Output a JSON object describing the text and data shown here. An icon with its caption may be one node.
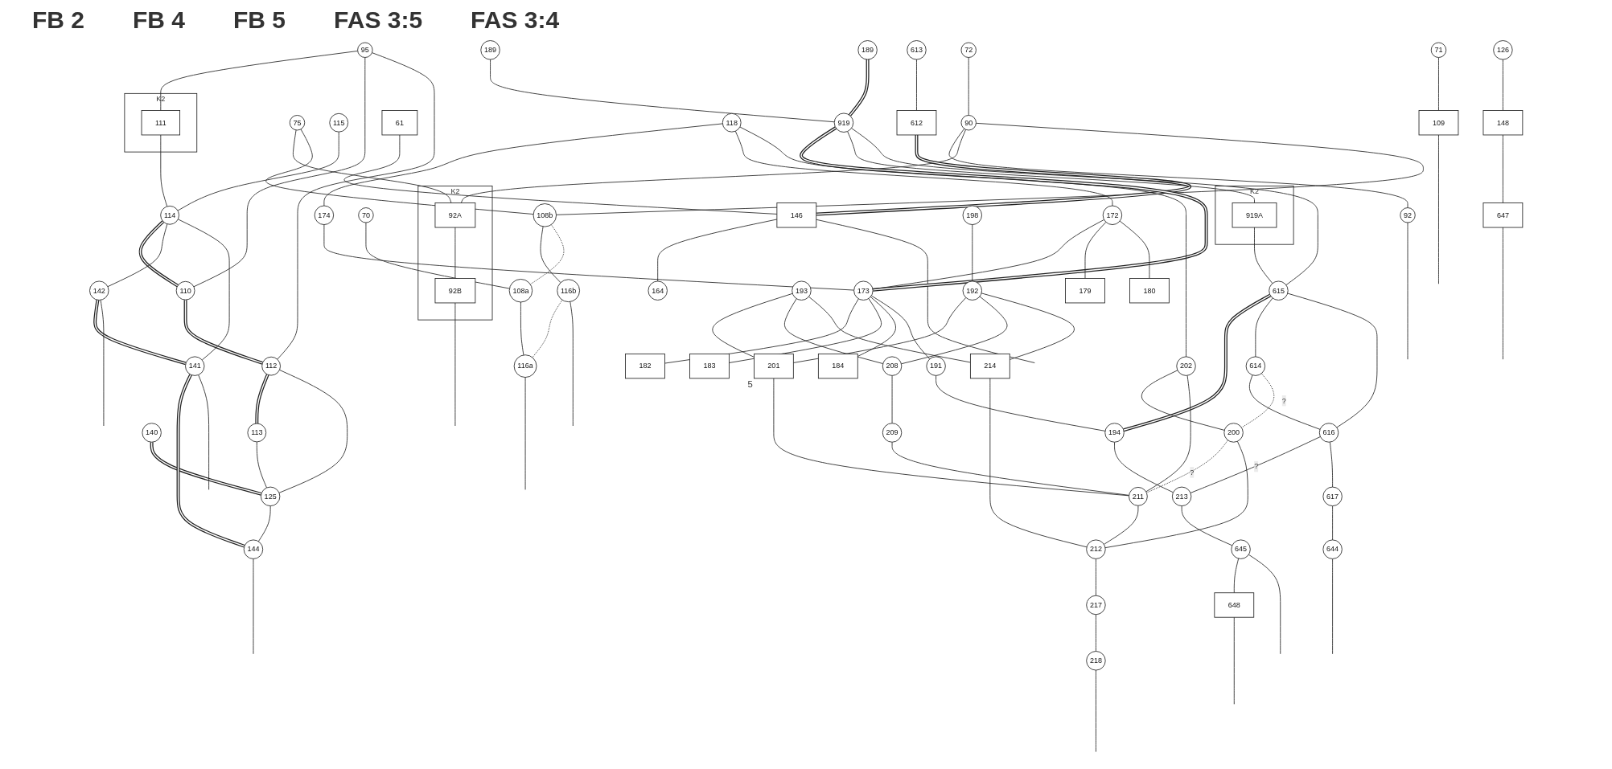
{
  "diagram": {
    "nodes": [
      {
        "text": [
          "71"
        ]
      },
      {
        "text": [
          "72"
        ]
      },
      {
        "text": [
          "75"
        ]
      },
      {
        "text": [
          "70"
        ]
      },
      {
        "text": [
          "115"
        ]
      },
      {
        "text": [
          "95"
        ]
      },
      {
        "text": [
          "61"
        ]
      },
      {
        "text": [
          "189"
        ]
      },
      {
        "text": [
          "118"
        ]
      },
      {
        "text": [
          "126"
        ]
      },
      {
        "text": [
          "198"
        ]
      },
      {
        "text": [
          "193"
        ]
      },
      {
        "text": [
          "109"
        ]
      },
      {
        "text": [
          "90"
        ]
      },
      {
        "text": [
          "K2"
        ]
      },
      {
        "text": [
          "111"
        ],
        "in": 14
      },
      {
        "text": [
          "613"
        ]
      },
      {
        "text": [
          "612"
        ]
      },
      {
        "text": [
          "146"
        ]
      },
      {
        "text": [
          "164"
        ]
      },
      {
        "text": [
          "174"
        ]
      },
      {
        "text": [
          "172"
        ]
      },
      {
        "text": [
          "202"
        ]
      },
      {
        "text": [
          "148"
        ]
      },
      {
        "text": [
          "179"
        ]
      },
      {
        "text": [
          "180"
        ]
      },
      {
        "text": [
          "92"
        ]
      },
      {
        "text": [
          "K2"
        ]
      },
      {
        "text": [
          "92A"
        ],
        "in": 27
      },
      {
        "text": [
          "108b"
        ]
      },
      {
        "text": [
          "108a"
        ]
      },
      {
        "text": [
          "114"
        ]
      },
      {
        "text": [
          "110"
        ]
      },
      {
        "text": [
          "112"
        ]
      },
      {
        "text": [
          "113"
        ]
      },
      {
        "text": [
          "189"
        ]
      },
      {
        "text": [
          "919"
        ]
      },
      {
        "text": [
          "173"
        ]
      },
      {
        "text": [
          "192"
        ]
      },
      {
        "text": [
          "92B"
        ],
        "in": 27
      },
      {
        "text": [
          "116b"
        ]
      },
      {
        "text": [
          "116a"
        ]
      },
      {
        "text": [
          "140"
        ]
      },
      {
        "text": [
          "125"
        ]
      },
      {
        "text": [
          "K2"
        ]
      },
      {
        "text": [
          "919A"
        ],
        "in": 44
      },
      {
        "text": [
          "182"
        ]
      },
      {
        "text": [
          "183"
        ]
      },
      {
        "text": [
          "184"
        ]
      },
      {
        "text": [
          "201"
        ],
        "beside": [
          "5"
        ]
      },
      {
        "text": [
          "208"
        ]
      },
      {
        "text": [
          "214"
        ]
      },
      {
        "text": [
          "209"
        ]
      },
      {
        "text": [
          "142"
        ]
      },
      {
        "text": [
          "141"
        ]
      },
      {
        "text": [
          "144"
        ]
      },
      {
        "text": [
          "191"
        ]
      },
      {
        "text": [
          "615"
        ]
      },
      {
        "text": [
          "194"
        ]
      },
      {
        "text": [
          "614"
        ]
      },
      {
        "text": [
          "200"
        ]
      },
      {
        "text": [
          "211"
        ]
      },
      {
        "text": [
          "616"
        ]
      },
      {
        "text": [
          "213"
        ]
      },
      {
        "text": [
          "212"
        ]
      },
      {
        "text": [
          "617"
        ]
      },
      {
        "text": [
          "645"
        ]
      },
      {
        "text": [
          "217"
        ]
      },
      {
        "text": [
          "644"
        ]
      },
      {
        "text": [
          "648"
        ]
      },
      {
        "text": [
          "647"
        ]
      },
      {
        "text": [
          "218"
        ]
      }
    ],
    "edges": [
      {
        "from": 0,
        "to": 12,
        "arrow": "none"
      },
      {
        "from": 12,
        "to": null,
        "arrow": "none"
      },
      {
        "from": 1,
        "to": 13,
        "arrow": "none"
      },
      {
        "from": 13,
        "to": 26,
        "arrow": "none"
      },
      {
        "from": 13,
        "to": 28,
        "arrow": "none"
      },
      {
        "from": 13,
        "to": 29,
        "arrow": "none"
      },
      {
        "from": 2,
        "to": 28,
        "arrow": "none"
      },
      {
        "from": 2,
        "to": 29,
        "arrow": "none"
      },
      {
        "from": 3,
        "to": 30,
        "arrow": "none"
      },
      {
        "from": 28,
        "to": 39,
        "arrow": "none"
      },
      {
        "from": 29,
        "to": 40,
        "arrow": "none"
      },
      {
        "from": 29,
        "to": 30,
        "arrow": "none",
        "style": "dashed"
      },
      {
        "from": 40,
        "to": 41,
        "arrow": "none",
        "style": "dashed"
      },
      {
        "from": 30,
        "to": 41,
        "arrow": "none"
      },
      {
        "from": 26,
        "to": null,
        "arrow": "none"
      },
      {
        "from": 39,
        "to": null,
        "arrow": "none"
      },
      {
        "from": 40,
        "to": null,
        "arrow": "none"
      },
      {
        "from": 41,
        "to": null,
        "arrow": "none"
      },
      {
        "from": 4,
        "to": 31,
        "arrow": "none"
      },
      {
        "from": 5,
        "to": 15,
        "arrow": "none"
      },
      {
        "from": 15,
        "to": 31,
        "arrow": "none"
      },
      {
        "from": 5,
        "to": 32,
        "arrow": "none"
      },
      {
        "from": 5,
        "to": 33,
        "arrow": "none"
      },
      {
        "from": 31,
        "to": 32,
        "arrow": "none",
        "style": "thick"
      },
      {
        "from": 32,
        "to": 33,
        "arrow": "none",
        "style": "thick"
      },
      {
        "from": 33,
        "to": 34,
        "arrow": "none",
        "style": "thick"
      },
      {
        "from": 33,
        "to": 43,
        "arrow": "none"
      },
      {
        "from": 34,
        "to": 43,
        "arrow": "none"
      },
      {
        "from": 42,
        "to": 43,
        "arrow": "none",
        "style": "thick"
      },
      {
        "from": 43,
        "to": 55,
        "arrow": "none"
      },
      {
        "from": 31,
        "to": 53,
        "arrow": "none"
      },
      {
        "from": 31,
        "to": 54,
        "arrow": "none"
      },
      {
        "from": 53,
        "to": 54,
        "arrow": "none",
        "style": "thick"
      },
      {
        "from": 54,
        "to": 55,
        "arrow": "none",
        "style": "thick"
      },
      {
        "from": 53,
        "to": null,
        "arrow": "none"
      },
      {
        "from": 54,
        "to": null,
        "arrow": "none"
      },
      {
        "from": 55,
        "to": null,
        "arrow": "none"
      },
      {
        "from": 16,
        "to": 17,
        "arrow": "none"
      },
      {
        "from": 17,
        "to": 18,
        "arrow": "none",
        "style": "thick"
      },
      {
        "from": 6,
        "to": 18,
        "arrow": "none"
      },
      {
        "from": 18,
        "to": 19,
        "arrow": "none"
      },
      {
        "from": 18,
        "to": null,
        "arrow": "none"
      },
      {
        "from": 7,
        "to": 36,
        "arrow": "none"
      },
      {
        "from": 35,
        "to": 36,
        "arrow": "none",
        "style": "thick"
      },
      {
        "from": 36,
        "to": 37,
        "arrow": "none",
        "style": "thick"
      },
      {
        "from": 8,
        "to": 20,
        "arrow": "none"
      },
      {
        "from": 8,
        "to": 21,
        "arrow": "none"
      },
      {
        "from": 8,
        "to": 22,
        "arrow": "none"
      },
      {
        "from": 20,
        "to": 37,
        "arrow": "none"
      },
      {
        "from": 21,
        "to": 37,
        "arrow": "none"
      },
      {
        "from": 21,
        "to": 24,
        "arrow": "none"
      },
      {
        "from": 21,
        "to": 25,
        "arrow": "none"
      },
      {
        "from": 37,
        "to": 46,
        "arrow": "none"
      },
      {
        "from": 37,
        "to": 47,
        "arrow": "none"
      },
      {
        "from": 37,
        "to": 48,
        "arrow": "none"
      },
      {
        "from": 37,
        "to": 56,
        "arrow": "none"
      },
      {
        "from": 36,
        "to": 45,
        "arrow": "none"
      },
      {
        "from": 45,
        "to": 57,
        "arrow": "none"
      },
      {
        "from": 36,
        "to": 57,
        "arrow": "none"
      },
      {
        "from": 57,
        "to": 58,
        "arrow": "none",
        "style": "thick"
      },
      {
        "from": 56,
        "to": 58,
        "arrow": "none"
      },
      {
        "from": 57,
        "to": 59,
        "arrow": "none"
      },
      {
        "from": 59,
        "to": 62,
        "arrow": "none"
      },
      {
        "from": 57,
        "to": 62,
        "arrow": "none"
      },
      {
        "from": 59,
        "to": 60,
        "label": "?",
        "arrow": "none",
        "style": "dashed"
      },
      {
        "from": 60,
        "to": 61,
        "label": "?",
        "arrow": "none",
        "style": "dashed"
      },
      {
        "from": 62,
        "to": 63,
        "label": "?",
        "arrow": "none"
      },
      {
        "from": 58,
        "to": 63,
        "arrow": "none"
      },
      {
        "from": 63,
        "to": 66,
        "arrow": "none"
      },
      {
        "from": 66,
        "to": 69,
        "arrow": "none"
      },
      {
        "from": 66,
        "to": null,
        "arrow": "none"
      },
      {
        "from": 69,
        "to": null,
        "arrow": "none"
      },
      {
        "from": 62,
        "to": 65,
        "arrow": "none"
      },
      {
        "from": 65,
        "to": 68,
        "arrow": "none"
      },
      {
        "from": 68,
        "to": null,
        "arrow": "none"
      },
      {
        "from": 9,
        "to": 23,
        "arrow": "none"
      },
      {
        "from": 23,
        "to": 70,
        "arrow": "none"
      },
      {
        "from": 70,
        "to": null,
        "arrow": "none"
      },
      {
        "from": 22,
        "to": 60,
        "arrow": "none"
      },
      {
        "from": 22,
        "to": 61,
        "arrow": "none"
      },
      {
        "from": 10,
        "to": 38,
        "arrow": "none"
      },
      {
        "from": 38,
        "to": 49,
        "arrow": "none"
      },
      {
        "from": 38,
        "to": 50,
        "arrow": "none"
      },
      {
        "from": 38,
        "to": 51,
        "arrow": "none"
      },
      {
        "from": 11,
        "to": 49,
        "arrow": "none"
      },
      {
        "from": 11,
        "to": 50,
        "arrow": "none"
      },
      {
        "from": 11,
        "to": 51,
        "arrow": "none"
      },
      {
        "from": 50,
        "to": 52,
        "arrow": "none"
      },
      {
        "from": 49,
        "to": 61,
        "arrow": "none"
      },
      {
        "from": 52,
        "to": 61,
        "arrow": "none"
      },
      {
        "from": 61,
        "to": 64,
        "arrow": "none"
      },
      {
        "from": 60,
        "to": 64,
        "arrow": "none"
      },
      {
        "from": 51,
        "to": 64,
        "arrow": "none"
      },
      {
        "from": 64,
        "to": 67,
        "arrow": "none"
      },
      {
        "from": 67,
        "to": 71,
        "arrow": "none"
      },
      {
        "from": 71,
        "to": null,
        "arrow": "none"
      }
    ],
    "labels": [
      "FB 2",
      "FB 4",
      "FB 5",
      "FAS 3:5",
      "FAS 3:4"
    ]
  }
}
